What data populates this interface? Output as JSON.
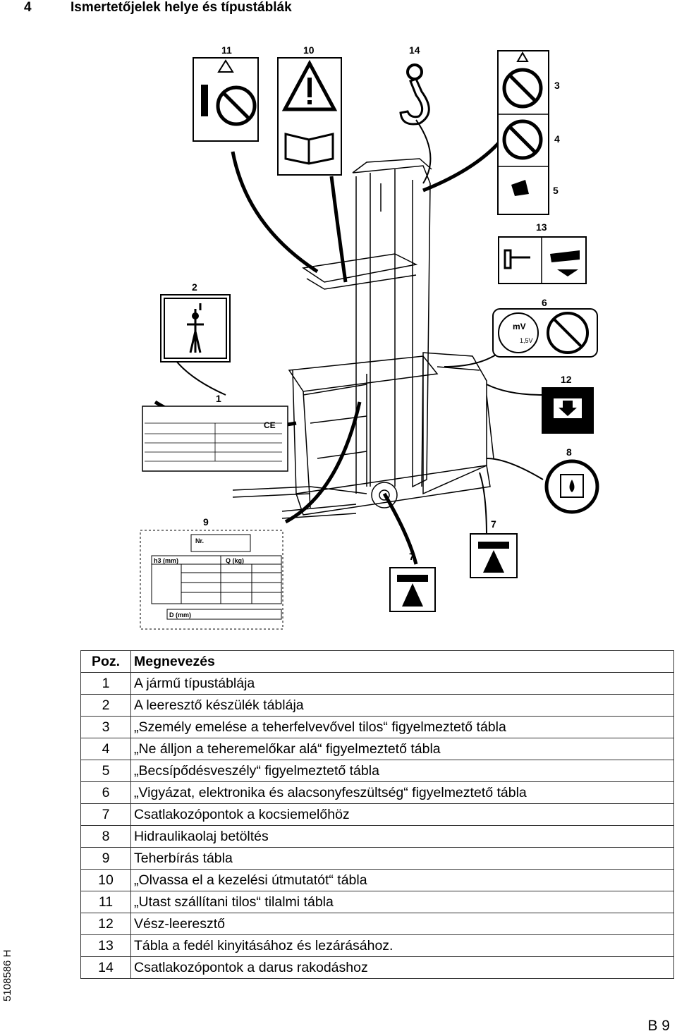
{
  "section": {
    "number": "4",
    "title": "Ismertetőjelek helye és típustáblák"
  },
  "figure": {
    "callouts": [
      "11",
      "10",
      "14",
      "3",
      "4",
      "5",
      "13",
      "2",
      "6",
      "12",
      "1",
      "8",
      "9",
      "7",
      "7"
    ],
    "nameplate_9": {
      "nr_label": "Nr.",
      "h3_label": "h3 (mm)",
      "q_label": "Q (kg)",
      "d_label": "D (mm)"
    },
    "sign_6": {
      "mv": "mV",
      "voltage": "1,5V"
    },
    "type_plate_1": {
      "ce_mark": "CE"
    }
  },
  "table": {
    "headers": {
      "pos": "Poz.",
      "name": "Megnevezés"
    },
    "rows": [
      {
        "pos": "1",
        "name": "A jármű típustáblája"
      },
      {
        "pos": "2",
        "name": "A leeresztő készülék táblája"
      },
      {
        "pos": "3",
        "name": "„Személy emelése a teherfelvevővel tilos“ figyelmeztető tábla"
      },
      {
        "pos": "4",
        "name": "„Ne álljon a teheremelőkar alá“ figyelmeztető tábla"
      },
      {
        "pos": "5",
        "name": "„Becsípődésveszély“ figyelmeztető tábla"
      },
      {
        "pos": "6",
        "name": "„Vigyázat, elektronika és alacsonyfeszültség“ figyelmeztető tábla"
      },
      {
        "pos": "7",
        "name": "Csatlakozópontok a kocsiemelőhöz"
      },
      {
        "pos": "8",
        "name": "Hidraulikaolaj betöltés"
      },
      {
        "pos": "9",
        "name": "Teherbírás tábla"
      },
      {
        "pos": "10",
        "name": "„Olvassa el a kezelési útmutatót“ tábla"
      },
      {
        "pos": "11",
        "name": "„Utast szállítani tilos“ tilalmi tábla"
      },
      {
        "pos": "12",
        "name": "Vész-leeresztő"
      },
      {
        "pos": "13",
        "name": "Tábla a fedél kinyitásához és lezárásához."
      },
      {
        "pos": "14",
        "name": "Csatlakozópontok a darus rakodáshoz"
      }
    ]
  },
  "footer": {
    "doc_id": "5108586 H",
    "page": "B 9"
  }
}
